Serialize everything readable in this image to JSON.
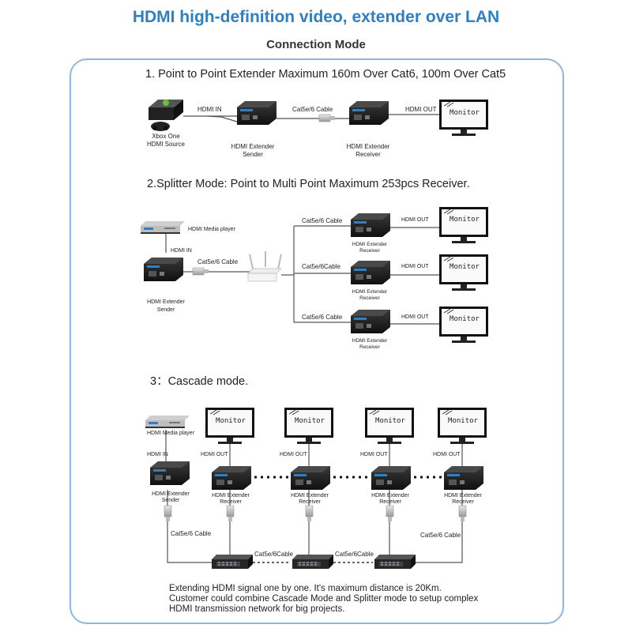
{
  "header": {
    "title": "HDMI high-definition video, extender over LAN",
    "subtitle": "Connection Mode"
  },
  "section1": {
    "heading": "1. Point to Point Extender Maximum 160m Over Cat6, 100m Over Cat5",
    "source_label": "Xbox One\nHDMI Source",
    "hdmi_in": "HDMI IN",
    "cable": "Cat5e/6 Cable",
    "hdmi_out": "HDMI OUT",
    "sender": "HDMI Extender\nSender",
    "receiver": "HDMI Extender\nReceiver",
    "monitor": "Monitor"
  },
  "section2": {
    "heading": "2.Splitter Mode:  Point to Multi Point  Maximum 253pcs Receiver.",
    "player": "HDMI Media player",
    "hdmi_in": "HDMI IN",
    "cable_sender": "Cat5e/6 Cable",
    "sender": "HDMI Extender\nSender",
    "branches": [
      {
        "cable": "Cat5e/6 Cable",
        "hdmi_out": "HDMI OUT",
        "receiver": "HDMI Extender\nReceiver",
        "monitor": "Monitor"
      },
      {
        "cable": "Cat5e/6Cable",
        "hdmi_out": "HDMI OUT",
        "receiver": "HDMI Extender\nReceiver",
        "monitor": "Monitor"
      },
      {
        "cable": "Cat5e/6 Cable",
        "hdmi_out": "HDMI OUT",
        "receiver": "HDMI Extender\nReceiver",
        "monitor": "Monitor"
      }
    ]
  },
  "section3": {
    "heading": "3：Cascade mode.",
    "player": "HDMI Media player",
    "hdmi_in": "HDMI IN",
    "sender": "HDMI Extender\nSender",
    "cable_left": "Cat5e/6 Cable",
    "cable_right": "Cat5e/6 Cable",
    "cable_switch1": "Cat5e/6Cable",
    "cable_switch2": "Cat5e/6Cable",
    "receivers": [
      {
        "hdmi_out": "HDMI OUT",
        "receiver": "HDMI Extender\nReceiver",
        "monitor": "Monitor"
      },
      {
        "hdmi_out": "HDMI OUT",
        "receiver": "HDMI Extender\nReceiver",
        "monitor": "Monitor"
      },
      {
        "hdmi_out": "HDMI OUT",
        "receiver": "HDMI Extender\nReceiver",
        "monitor": "Monitor"
      },
      {
        "hdmi_out": "HDMI OUT",
        "receiver": "HDMI Extender\nReceiver",
        "monitor": "Monitor"
      }
    ]
  },
  "footer": {
    "line1": "Extending HDMI signal one by one. It's maximum distance is 20Km.",
    "line2": "Customer could combine Cascade Mode and Splitter mode to setup complex",
    "line3": "HDMI transmission network for big projects."
  },
  "colors": {
    "title": "#2f7fc1",
    "frame": "#8cb7e0",
    "device": "#1f1f1f",
    "cable": "#555555"
  }
}
